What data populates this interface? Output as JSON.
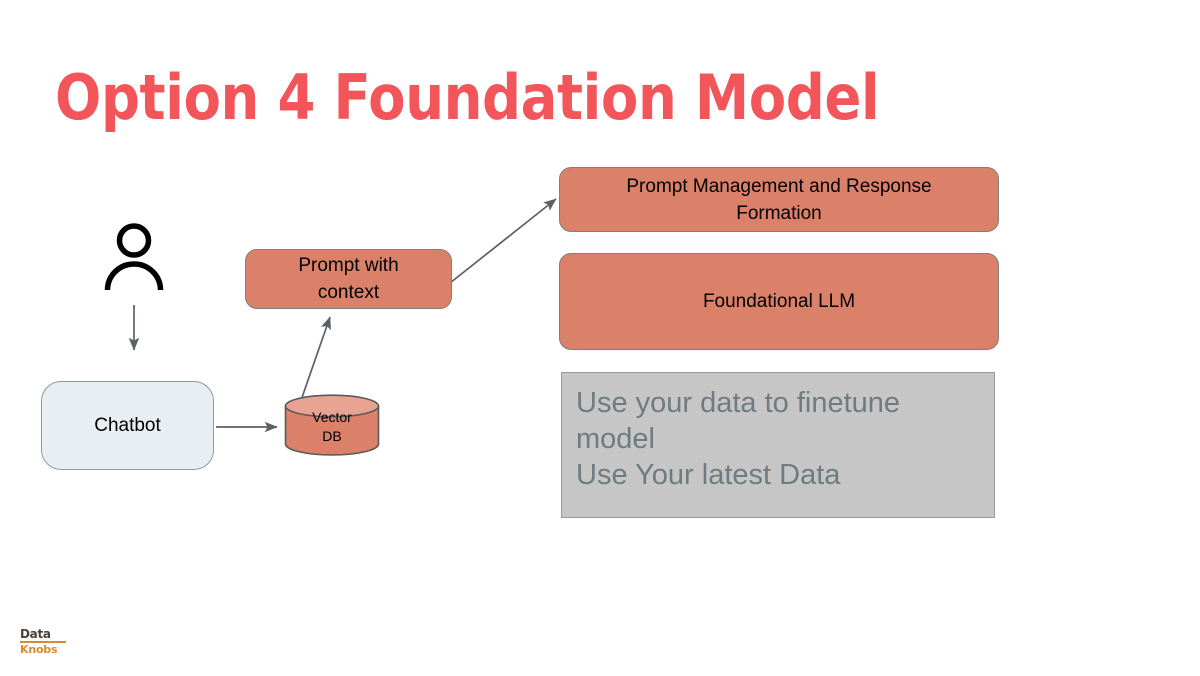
{
  "slide": {
    "title": "Option 4 Foundation Model",
    "background": "#FFFFFF",
    "title_color": "#F2555A"
  },
  "colors": {
    "accent_red": "#F2555A",
    "salmon": "#DB8069",
    "salmon_top": "#E8A392",
    "box_border": "#7F7F7F",
    "gray_panel": "#C6C6C6",
    "gray_text": "#6E7B80",
    "chatbot_fill": "#E9EEF2",
    "chatbot_border": "#8C9AA4",
    "connector": "#5A6066",
    "logo_brown": "#4A4038",
    "logo_orange": "#D98B2B"
  },
  "nodes": {
    "person": {
      "icon": "person-icon",
      "label": ""
    },
    "chatbot": {
      "label": "Chatbot"
    },
    "vector_db": {
      "label_line1": "Vector",
      "label_line2": "DB"
    },
    "prompt_context": {
      "label_line1": "Prompt with",
      "label_line2": "context"
    },
    "prompt_management": {
      "label_line1": "Prompt Management and Response",
      "label_line2": "Formation"
    },
    "foundational_llm": {
      "label": "Foundational LLM"
    },
    "finetune_note": {
      "line1": "Use your data to finetune",
      "line2": "model",
      "line3": "Use Your latest Data"
    }
  },
  "connectors": [
    {
      "name": "person-to-chatbot",
      "from": "person",
      "to": "chatbot",
      "direction": "down"
    },
    {
      "name": "chatbot-to-vectordb",
      "from": "chatbot",
      "to": "vector_db",
      "direction": "right"
    },
    {
      "name": "vectordb-to-prompt-context",
      "from": "vector_db",
      "to": "prompt_context",
      "direction": "up"
    },
    {
      "name": "prompt-context-to-prompt-management",
      "from": "prompt_context",
      "to": "prompt_management",
      "direction": "up-right"
    }
  ],
  "logo": {
    "top_text": "Data",
    "bottom_text": "Knobs"
  }
}
